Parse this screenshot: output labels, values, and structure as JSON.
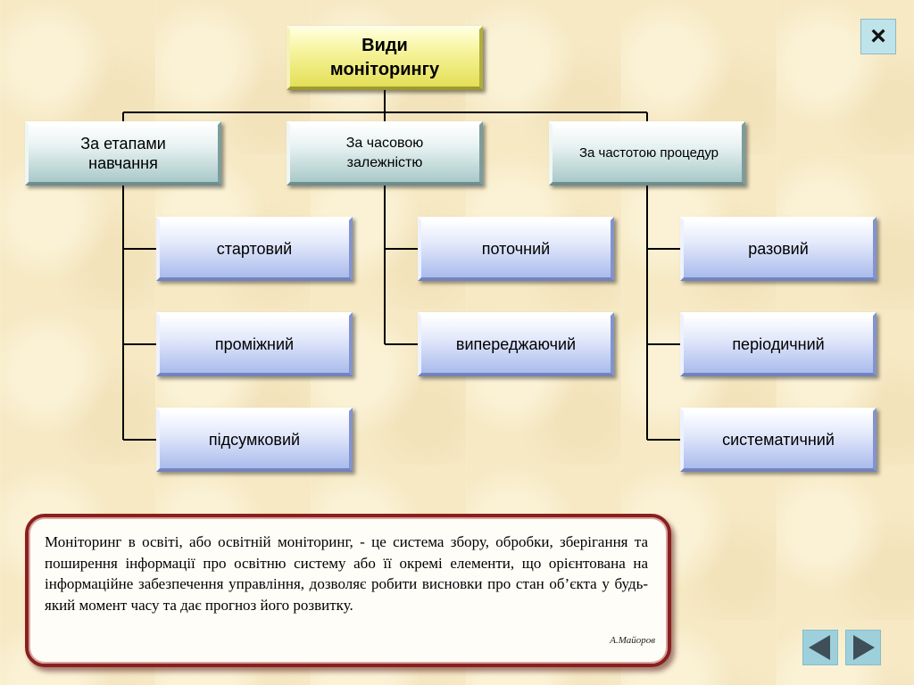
{
  "diagram": {
    "root": "Види\nмоніторингу",
    "categories": [
      {
        "label": "За етапами\nнавчання",
        "items": [
          "стартовий",
          "проміжний",
          "підсумковий"
        ]
      },
      {
        "label": "За часовою\nзалежністю",
        "items": [
          "поточний",
          "випереджаючий"
        ]
      },
      {
        "label": "За частотою процедур",
        "items": [
          "разовий",
          "періодичний",
          "систематичний"
        ]
      }
    ]
  },
  "definition": {
    "text": "Моніторинг в освіті, або освітній моніторинг, - це система збору, обробки, зберігання та поширення інформації про освітню систему або її окремі елементи, що орієнтована на інформаційне забезпечення управління, дозволяє робити висновки про стан об’єкта у будь-який момент часу та дає прогноз його розвитку.",
    "author": "А.Майоров"
  },
  "controls": {
    "close_icon": "close-icon",
    "prev_icon": "arrow-left-icon",
    "next_icon": "arrow-right-icon",
    "close_glyph": "×"
  },
  "colors": {
    "root_fill": "#f2ef8c",
    "category_fill": "#d5e6e6",
    "item_fill": "#cdd8f7",
    "definition_border": "#8b1f1f",
    "nav_button": "#9ed0dc"
  }
}
